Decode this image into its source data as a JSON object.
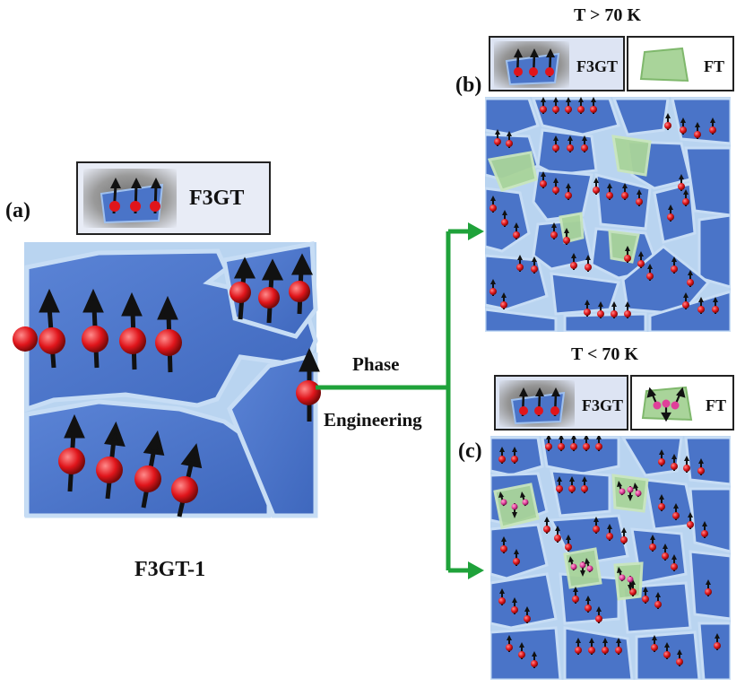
{
  "panels": {
    "a": {
      "label": "(a)",
      "legend_text": "F3GT",
      "caption": "F3GT-1"
    },
    "b": {
      "label": "(b)",
      "condition": "T > 70 K",
      "legend_left": "F3GT",
      "legend_right": "FT"
    },
    "c": {
      "label": "(c)",
      "condition": "T < 70 K",
      "legend_left": "F3GT",
      "legend_right": "FT"
    }
  },
  "process": {
    "line1": "Phase",
    "line2": "Engineering"
  },
  "colors": {
    "grain_blue": "#4a74c8",
    "grain_edge": "#b9d4f0",
    "ft_green": "#a9d49a",
    "arrow_green": "#1fa23a",
    "atom_red": "#e0151b",
    "atom_pink": "#e0409a"
  }
}
